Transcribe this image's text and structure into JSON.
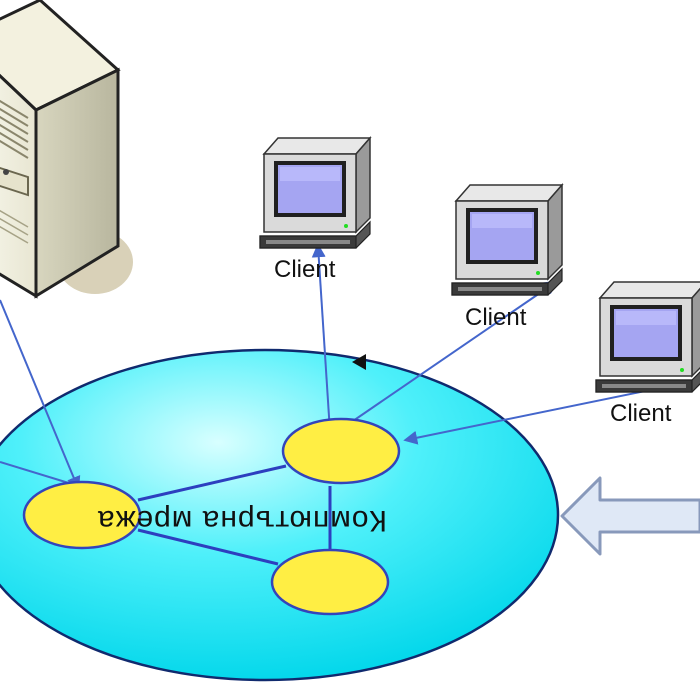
{
  "diagram": {
    "network_label": "Компютърна мрежа",
    "client_labels": [
      "Client",
      "Client",
      "Client"
    ],
    "colors": {
      "network_fill_light": "#d8ffff",
      "network_fill": "#00e0f0",
      "network_edge": "#102a6e",
      "node_fill": "#ffee44",
      "node_edge": "#3344bb",
      "link": "#4466cc",
      "arrow_fill": "#dfe8f6",
      "arrow_edge": "#8899bb",
      "screen": "#a5a5f2",
      "case": "#d8d8d8"
    },
    "icons": {
      "server": "server-tower-icon",
      "client": "desktop-computer-icon",
      "incoming": "large-left-arrow-icon"
    }
  }
}
